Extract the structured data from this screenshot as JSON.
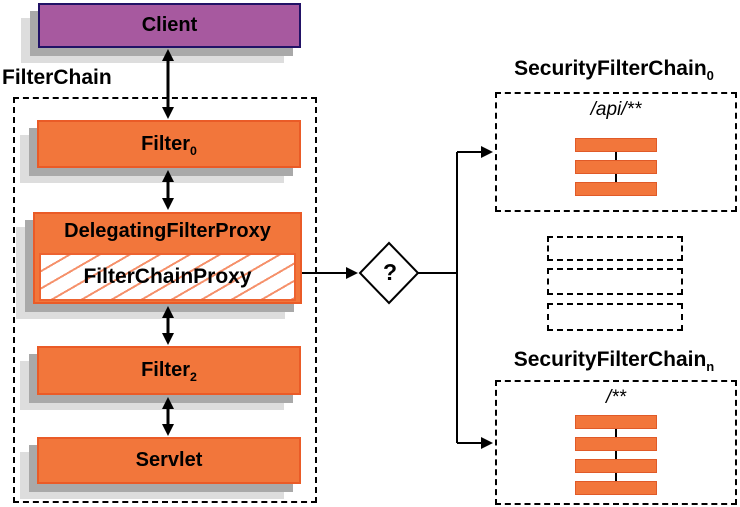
{
  "colors": {
    "box_orange": "#f2763b",
    "box_orange_border": "#ea5b27",
    "client_purple": "#a7599f",
    "client_border": "#221266",
    "shadow_dark": "#a9a9a9",
    "shadow_light": "#dddddd",
    "hatch_orange": "#f5916b",
    "line_black": "#000000"
  },
  "client": {
    "label": "Client"
  },
  "filter_chain": {
    "title": "FilterChain",
    "filter0": {
      "base": "Filter",
      "sub": "0"
    },
    "delegating_proxy": {
      "label": "DelegatingFilterProxy"
    },
    "filter_chain_proxy": {
      "label": "FilterChainProxy"
    },
    "filter2": {
      "base": "Filter",
      "sub": "2"
    },
    "servlet": {
      "label": "Servlet"
    }
  },
  "decision": {
    "label": "?"
  },
  "security_chains": {
    "chain0": {
      "base": "SecurityFilterChain",
      "sub": "0",
      "pattern": "/api/**",
      "bars": 3
    },
    "chainN": {
      "base": "SecurityFilterChain",
      "sub": "n",
      "pattern": "/**",
      "bars": 4
    },
    "placeholder_count": 3
  }
}
